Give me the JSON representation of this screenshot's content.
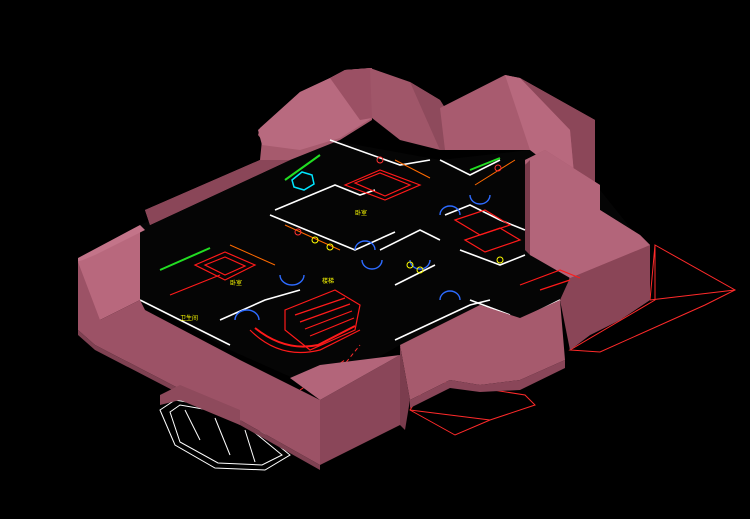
{
  "viewport": {
    "background": "#000000"
  },
  "colors": {
    "wall_front": "#9c5566",
    "wall_side": "#b0687a",
    "wall_top": "#c87a8e",
    "wall_dark": "#7a3f4f",
    "floor": "#000000",
    "line_white": "#ffffff",
    "line_red": "#ff1a1a",
    "line_yellow": "#ffff00",
    "line_blue": "#2d6bff",
    "line_green": "#22dd22",
    "line_cyan": "#00e5ff",
    "line_orange": "#ff6a00"
  },
  "labels": {
    "room_a": "卧室",
    "room_b": "卧室",
    "stair": "楼梯",
    "room_c": "卫生间"
  },
  "icons": {
    "model": "isometric-floor-plan-icon",
    "roof_outline": "roof-outline-icon",
    "terrace": "terrace-outline-icon"
  }
}
